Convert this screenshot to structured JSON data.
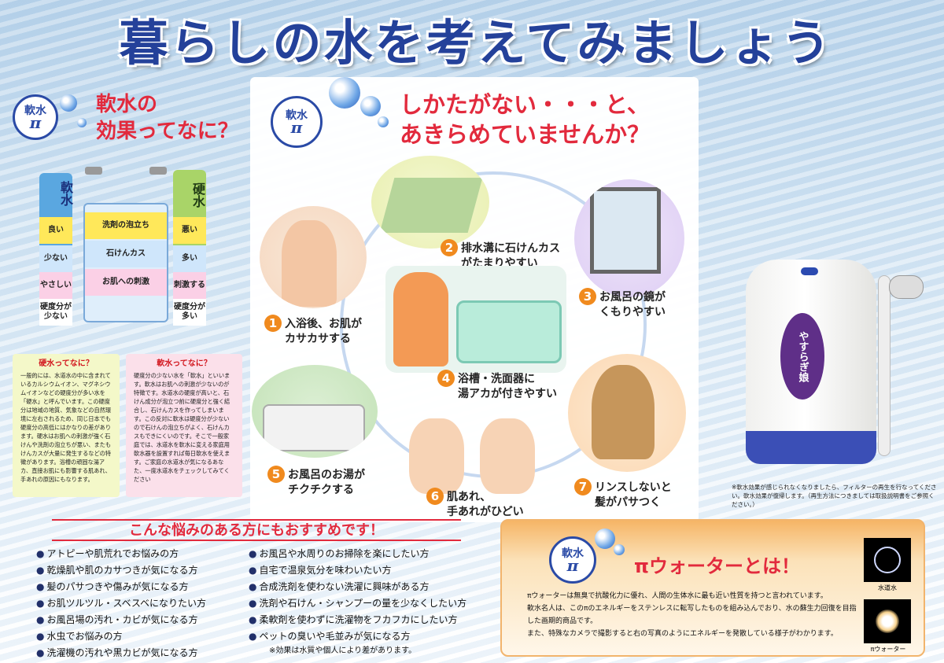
{
  "title": "暮らしの水を考えてみましょう",
  "badge": {
    "top": "軟水",
    "pi": "π"
  },
  "left_heading": {
    "line1": "軟水の",
    "line2": "効果ってなに？"
  },
  "center_heading": {
    "line1": "しかたがない・・・と、",
    "line2": "あきらめていませんか？"
  },
  "table": {
    "soft_label": "軟水",
    "hard_label": "硬水",
    "soft_values": [
      "良い",
      "少ない",
      "やさしい",
      "硬度分が少ない"
    ],
    "middle_labels": [
      "洗剤の泡立ち",
      "石けんカス",
      "お肌への刺激"
    ],
    "hard_values": [
      "悪い",
      "多い",
      "刺激する",
      "硬度分が多い"
    ]
  },
  "note_hard": {
    "title": "硬水ってなに？",
    "body": "一般的には、水道水の中に含まれているカルシウムイオン、マグネシウムイオンなどの硬度分が多い水を「硬水」と呼んでいます。この硬度分は地域の地質、気象などの自然環境に左右されるため、同じ日本でも硬度分の高低にはかなりの差があります。硬水はお肌への刺激が強く石けんや洗剤の泡立ちが悪い、またもけんカスが大量に発生するなどの特徴があります。浴槽の頑固な湯アカ、直接お肌にも影響する肌あれ、手あれの原因にもなります。"
  },
  "note_soft": {
    "title": "軟水ってなに？",
    "body": "硬度分の少ない水を「軟水」といいます。軟水はお肌への刺激が少ないのが特徴です。水道水の硬度が高いと、石けん成分が泡立つ前に硬度分と強く結合し、石けんカスを作ってしまいます。この反対に軟水は硬度分が少ないので石けんの泡立ちがよく、石けんカスもできにくいのです。そこで一般家庭では、水道水を軟水に変える家庭用軟水器を設置すれば毎日軟水を使えます。ご家庭の水道水が気になるあなた、一度水道水をチェックしてみてください"
  },
  "problems": [
    {
      "num": "1",
      "line1": "入浴後、お肌が",
      "line2": "カサカサする"
    },
    {
      "num": "2",
      "line1": "排水溝に石けんカス",
      "line2": "がたまりやすい"
    },
    {
      "num": "3",
      "line1": "お風呂の鏡が",
      "line2": "くもりやすい"
    },
    {
      "num": "4",
      "line1": "浴槽・洗面器に",
      "line2": "湯アカが付きやすい"
    },
    {
      "num": "5",
      "line1": "お風呂のお湯が",
      "line2": "チクチクする"
    },
    {
      "num": "6",
      "line1": "肌あれ、",
      "line2": "手あれがひどい"
    },
    {
      "num": "7",
      "line1": "リンスしないと",
      "line2": "髪がパサつく"
    }
  ],
  "product": {
    "name": "やすらぎ娘",
    "note": "※軟水効果が感じられなくなりましたら、フィルターの再生を行なってください。軟水効果が復帰します。（再生方法につきましては取扱説明書をご参照ください。）"
  },
  "recommend": {
    "heading": "こんな悩みのある方にもおすすめです！",
    "left": [
      "アトピーや肌荒れでお悩みの方",
      "乾燥肌や肌のカサつきが気になる方",
      "髪のパサつきや傷みが気になる方",
      "お肌ツルツル・スベスベになりたい方",
      "お風呂場の汚れ・カビが気になる方",
      "水虫でお悩みの方",
      "洗濯機の汚れや黒カビが気になる方"
    ],
    "right": [
      "お風呂や水周りのお掃除を楽にしたい方",
      "自宅で温泉気分を味わいたい方",
      "合成洗剤を使わない洗濯に興味がある方",
      "洗剤や石けん・シャンプーの量を少なくしたい方",
      "柔軟剤を使わずに洗濯物をフカフカにしたい方",
      "ペットの臭いや毛並みが気になる方"
    ],
    "footnote": "※効果は水質や個人により差があります。"
  },
  "pi_water": {
    "heading": "πウォーターとは！",
    "para1": "πウォーターは無臭で抗酸化力に優れ、人間の生体水に最も近い性質を持つと言われています。",
    "para2": "軟水名人は、このπのエネルギーをステンレスに転写したものを組み込んでおり、水の蘇生力回復を目指した画期的商品です。",
    "para3": "また、特殊なカメラで撮影すると右の写真のようにエネルギーを発散している様子がわかります。",
    "photo1_label": "水道水",
    "photo2_label": "πウォーター"
  },
  "colors": {
    "title": "#24419a",
    "accent_red": "#e22a3d",
    "soft_col": "#5aa7e0",
    "hard_col": "#a9d468",
    "orange": "#f08a1e"
  }
}
